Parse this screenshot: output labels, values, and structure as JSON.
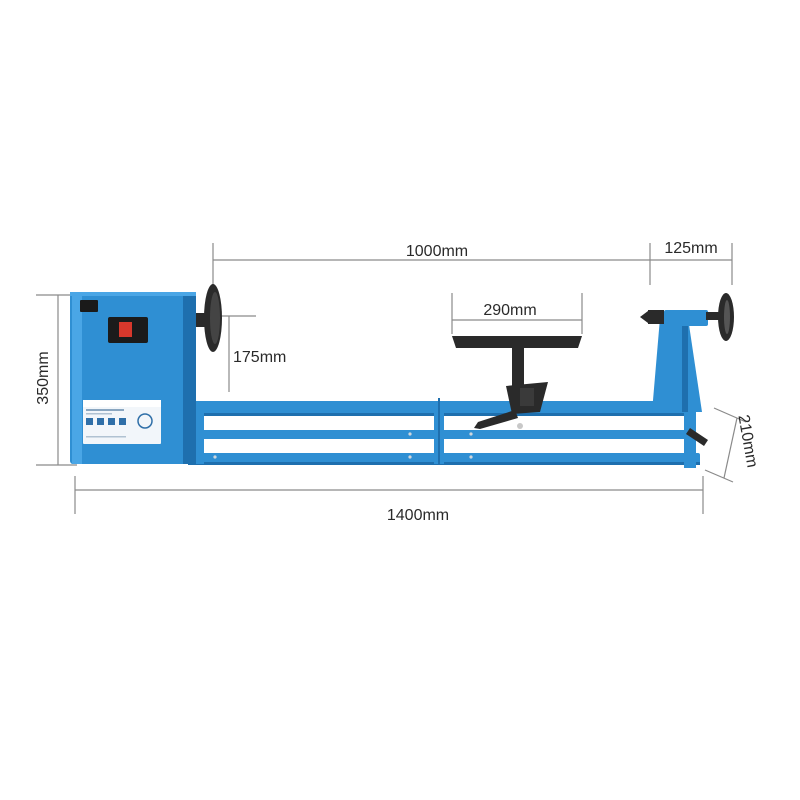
{
  "dimensions": {
    "bed_length": "1000mm",
    "tailstock_depth": "125mm",
    "toolrest_width": "290mm",
    "center_height": "175mm",
    "overall_height": "350mm",
    "overall_length": "1400mm",
    "overall_width": "210mm"
  },
  "colors": {
    "machine_body": "#2f8fd3",
    "machine_shadow": "#1e6fae",
    "cast_iron": "#2a2a2a",
    "dimension_line": "#8a8a8a",
    "switch_red": "#d8382c"
  }
}
